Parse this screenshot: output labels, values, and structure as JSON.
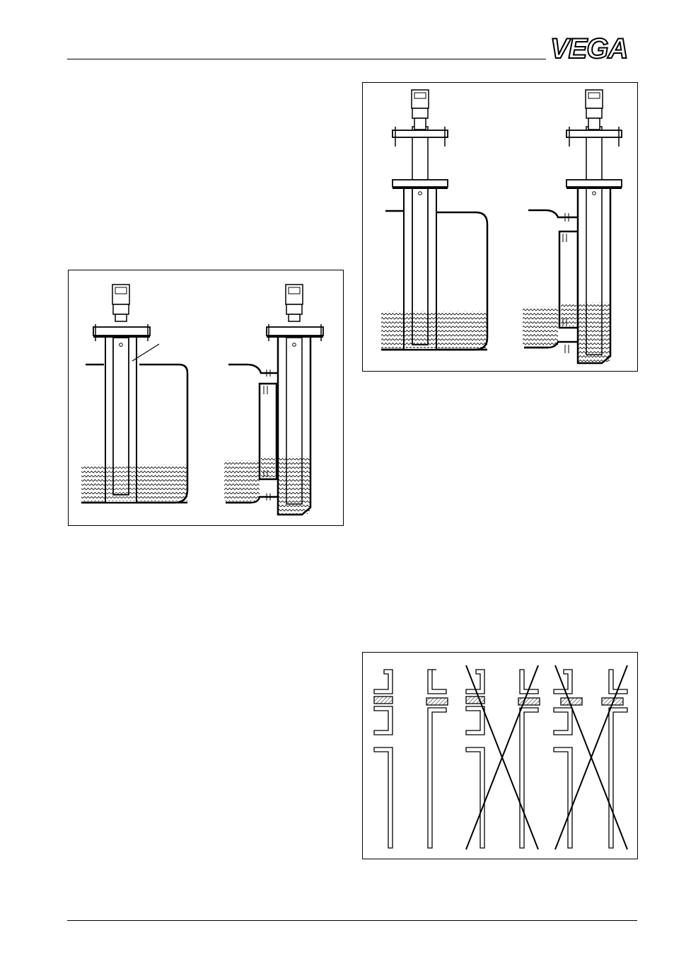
{
  "header": {
    "logo_text": "VEGA"
  },
  "figures": [
    {
      "id": "fig-left",
      "content": "tank-with-standpipe-installation"
    },
    {
      "id": "fig-right-top",
      "content": "tank-with-standpipe-installation"
    },
    {
      "id": "fig-right-bottom",
      "content": "pipe-flange-connection-variants"
    }
  ],
  "icons": {
    "sensor": "radar-sensor-icon",
    "cross": "cross-out-mark"
  },
  "colors": {
    "ink": "#000000",
    "paper": "#ffffff"
  }
}
